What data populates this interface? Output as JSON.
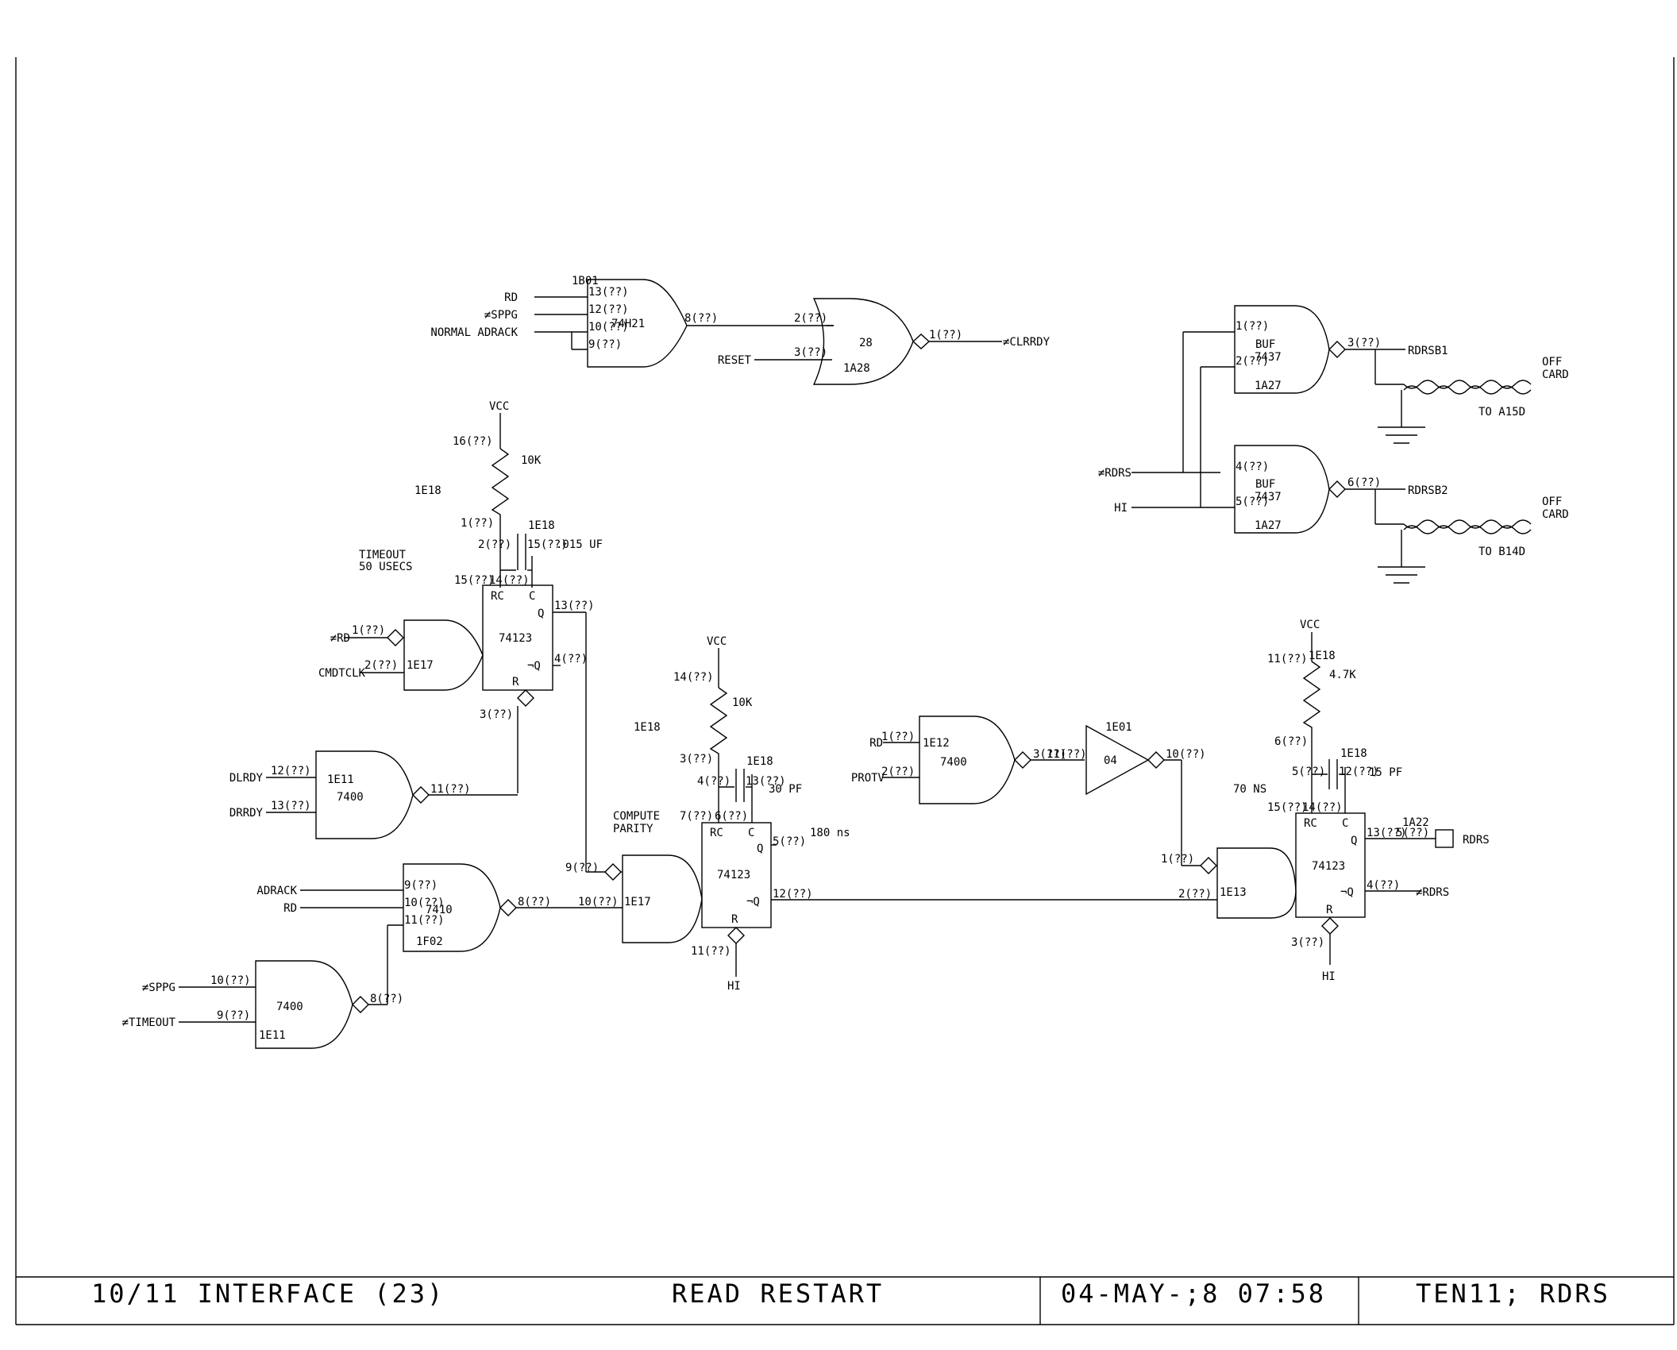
{
  "title_block": {
    "project": "10/11 INTERFACE (23)",
    "title": "READ RESTART",
    "date": "04-MAY-;8 07:58",
    "drawing": "TEN11; RDRS"
  },
  "top": {
    "g1b01": {
      "ref": "1B01",
      "type": "74H21",
      "in1": "RD",
      "in2": "≠SPPG",
      "in3": "NORMAL ADRACK",
      "p13": "13(??)",
      "p12": "12(??)",
      "p10": "10(??)",
      "p9": "9(??)",
      "pout": "8(??)"
    },
    "g1a28": {
      "type": "28",
      "ref": "1A28",
      "reset": "RESET",
      "p2": "2(??)",
      "p3": "3(??)",
      "pout": "1(??)",
      "out": "≠CLRRDY"
    }
  },
  "timeout": {
    "vcc": "VCC",
    "rpin": "16(??)",
    "res": "10K",
    "rref": "1E18",
    "rpin1": "1(??)",
    "cref": "1E18",
    "cpin2": "2(??)",
    "cpin15": "15(??)",
    "cap": ".015 UF",
    "note1": "TIMEOUT",
    "note2": "50 USECS",
    "p15": "15(??)",
    "p14": "14(??)",
    "rc": "RC",
    "c": "C",
    "chip": "74123",
    "q": "Q",
    "nq": "¬Q",
    "r": "R",
    "q_out": "13(??)",
    "nq_out": "4(??)",
    "r_in": "3(??)"
  },
  "g1e17a": {
    "ref": "1E17",
    "in1": "≠RD",
    "in2": "CMDTCLK",
    "p1": "1(??)",
    "p2": "2(??)"
  },
  "g1e11a": {
    "ref": "1E11",
    "type": "7400",
    "in1": "DLRDY",
    "in2": "DRRDY",
    "p1": "12(??)",
    "p2": "13(??)",
    "pout": "11(??)"
  },
  "g1f02": {
    "ref": "1F02",
    "type": "7410",
    "in1": "ADRACK",
    "in2": "RD",
    "p1": "9(??)",
    "p2": "10(??)",
    "p3": "11(??)",
    "pout": "8(??)"
  },
  "g1e11b": {
    "ref": "1E11",
    "type": "7400",
    "in1": "≠SPPG",
    "in2": "≠TIMEOUT",
    "p1": "10(??)",
    "p2": "9(??)",
    "pout": "8(??)"
  },
  "g1e17b": {
    "ref": "1E17",
    "note1": "COMPUTE",
    "note2": "PARITY",
    "p1": "9(??)",
    "p2": "10(??)"
  },
  "parity": {
    "vcc": "VCC",
    "rpin": "14(??)",
    "res": "10K",
    "rref": "1E18",
    "rpin3": "3(??)",
    "cref": "1E18",
    "cpin4": "4(??)",
    "cpin13": "13(??)",
    "cap": "30 PF",
    "p7": "7(??)",
    "p6": "6(??)",
    "rc": "RC",
    "c": "C",
    "chip": "74123",
    "q": "Q",
    "nq": "¬Q",
    "r": "R",
    "q_out": "5(??)",
    "delay": "180 ns",
    "nq_out": "12(??)",
    "r_in": "11(??)",
    "hi": "HI"
  },
  "g1e12": {
    "ref": "1E12",
    "type": "7400",
    "in1": "RD",
    "in2": "PROTV",
    "p1": "1(??)",
    "p2": "2(??)",
    "pout": "3(??)"
  },
  "g1e01": {
    "ref": "1E01",
    "type": "04",
    "pin": "11(??)",
    "pout": "10(??)"
  },
  "g1e13": {
    "ref": "1E13",
    "p1": "1(??)",
    "p2": "2(??)"
  },
  "rdrs_os": {
    "vcc": "VCC",
    "rpin": "11(??)",
    "res": "4.7K",
    "rref": "1E18",
    "rpin6": "6(??)",
    "cref": "1E18",
    "cpin5": "5(??)",
    "cpin12": "12(??)",
    "cap": "15 PF",
    "delay": "70 NS",
    "p15": "15(??)",
    "p14": "14(??)",
    "rc": "RC",
    "c": "C",
    "chip": "74123",
    "q": "Q",
    "nq": "¬Q",
    "r": "R",
    "q_out": "13(??)",
    "conn": "1A22",
    "conn_pin": "5(??)",
    "out": "RDRS",
    "nq_out": "4(??)",
    "nout": "≠RDRS",
    "r_in": "3(??)",
    "hi": "HI"
  },
  "buffers": {
    "in1": "≠RDRS",
    "in2": "HI",
    "b1": {
      "label": "BUF",
      "type": "7437",
      "ref": "1A27",
      "p1": "1(??)",
      "p2": "2(??)",
      "pout": "3(??)",
      "out": "RDRSB1",
      "off1": "OFF",
      "off2": "CARD",
      "dest": "TO A15D"
    },
    "b2": {
      "label": "BUF",
      "type": "7437",
      "ref": "1A27",
      "p1": "4(??)",
      "p2": "5(??)",
      "pout": "6(??)",
      "out": "RDRSB2",
      "off1": "OFF",
      "off2": "CARD",
      "dest": "TO B14D"
    }
  }
}
